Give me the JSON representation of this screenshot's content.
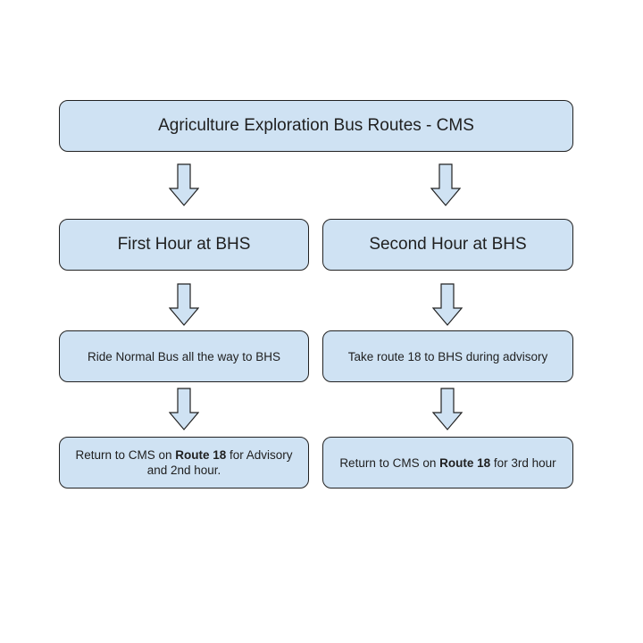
{
  "diagram": {
    "title": "Agriculture Exploration Bus Routes - CMS",
    "left": {
      "heading": "First Hour at BHS",
      "step": "Ride Normal Bus all the way to BHS",
      "final": {
        "prefix": "Return to CMS on ",
        "route": "Route 18",
        "suffix": " for Advisory and 2nd hour."
      }
    },
    "right": {
      "heading": "Second Hour at BHS",
      "step": "Take route 18 to BHS during advisory",
      "final": {
        "prefix": "Return to CMS on ",
        "route": "Route 18",
        "suffix": " for 3rd hour"
      }
    },
    "colors": {
      "box_fill": "#cfe2f3",
      "border": "#222222"
    },
    "icons": [
      "down-arrow-icon"
    ]
  }
}
